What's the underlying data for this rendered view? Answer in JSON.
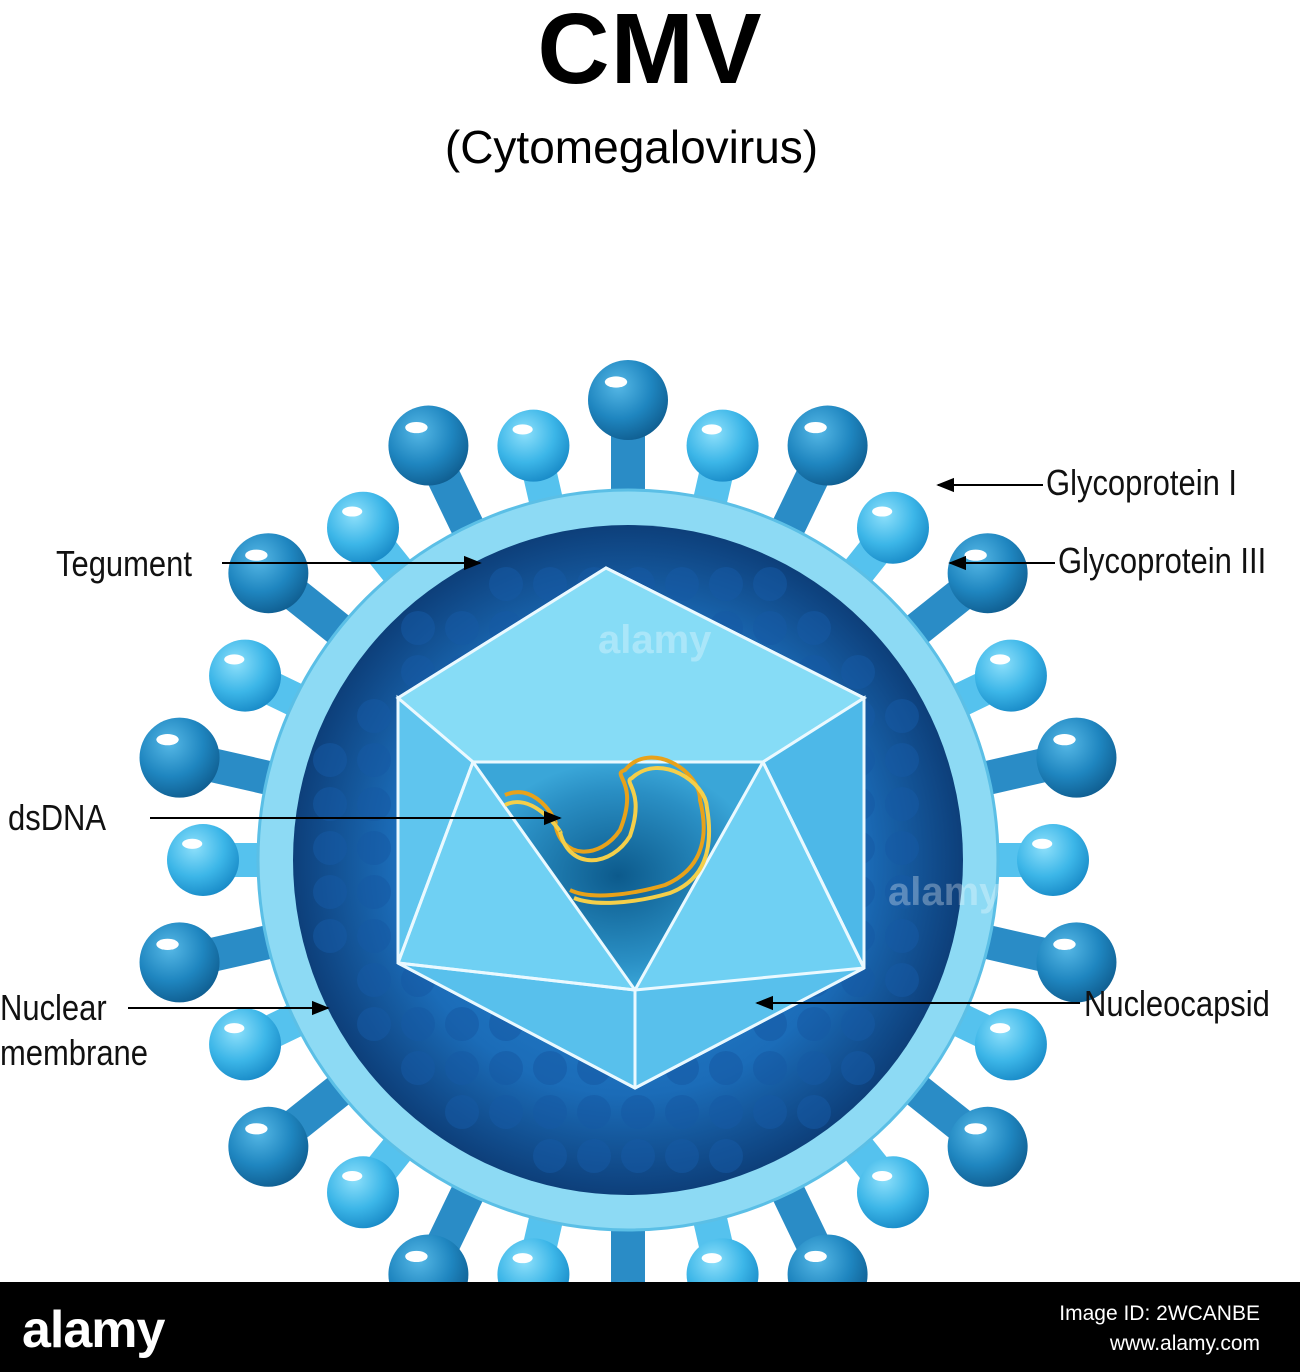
{
  "title": "CMV",
  "subtitle": "(Cytomegalovirus)",
  "labels": {
    "glycoprotein_1": "Glycoprotein I",
    "glycoprotein_3": "Glycoprotein III",
    "tegument": "Tegument",
    "dsdna": "dsDNA",
    "nuclear_membrane_line1": "Nuclear",
    "nuclear_membrane_line2": "membrane",
    "nucleocapsid": "Nucleocapsid"
  },
  "watermark": "alamy",
  "footer": {
    "brand": "alamy",
    "image_id": "Image ID: 2WCANBE",
    "url": "www.alamy.com"
  },
  "colors": {
    "envelope": "#8fdcf6",
    "tegument": "#1e6fb5",
    "capsid": "#5cc6ee",
    "glycoprotein_dark": "#1f7fb8",
    "glycoprotein_light": "#45b9ea",
    "dna": "#e8a21a"
  }
}
